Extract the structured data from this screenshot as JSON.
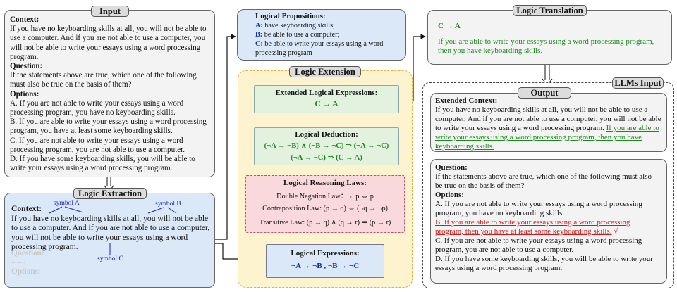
{
  "input": {
    "tag": "Input",
    "context_label": "Context:",
    "context_text": "If you have no keyboarding skills at all, you will not be able to use a computer. And if you are not able to use a computer, you will not be able to write your essays using a word processing program.",
    "question_label": "Question:",
    "question_text": "If the statements above are true, which one of the following must also be true on the basis of them?",
    "options_label": "Options:",
    "options": [
      "A. If you are not able to write your essays using a word processing program, you have no keyboarding skills.",
      "B. If you are able to write your essays using a word processing program, you have at least some keyboarding skills.",
      "C. If you are not able to write your essays using a word processing program, you are not able to use a computer.",
      "D. If you have some keyboarding skills, you will be able to write your essays using a word processing program."
    ]
  },
  "extraction": {
    "tag": "Logic Extraction",
    "context_label": "Context:",
    "symbol_a": "symbol A",
    "symbol_b": "symbol B",
    "symbol_c": "symbol C",
    "s1": "If you ",
    "s2": "have",
    "s3": " no ",
    "s4": "keyboarding skills",
    "s5": " at all, you will not ",
    "s6": "be able to use a computer",
    "s7": ". And if you ",
    "s8": "are",
    "s9": " not ",
    "s10": "able to use a computer",
    "s11": ", you will not ",
    "s12": "be able to write your essays using a word processing program",
    "s13": ".",
    "question_label": "Question:",
    "question_placeholder": "........",
    "options_label": "Options:",
    "options_placeholder": "........"
  },
  "propositions": {
    "title": "Logical Propositions:",
    "a_label": "A:",
    "a_text": "have keyboarding skills;",
    "b_label": "B:",
    "b_text": "be able to use a computer;",
    "c_label": "C:",
    "c_text": "be able to write your essays using a word processing program"
  },
  "extension": {
    "tag": "Logic Extension",
    "extended_title": "Extended Logical Expressions:",
    "extended_expr": "C → A",
    "deduction_title": "Logical Deduction:",
    "deduction_1": "(¬A → ¬B) ∧ (¬B → ¬C) ⇒ (¬A → ¬C)",
    "deduction_2a": "(¬A → ¬C) ⇒ ",
    "deduction_2b": "(C → A)",
    "laws_title": "Logical Reasoning Laws:",
    "law_1": "Double Negation Law：¬¬p ⇔ p",
    "law_2": "Contraposition Law: (p → q) ⇔ (¬q → ¬p)",
    "law_3": "Transitive Law: (p → q) ∧ (q → r) ⇒ (p → r)",
    "expr_title": "Logical Expressions:",
    "expr": "¬A → ¬B , ¬B → ¬C"
  },
  "translation": {
    "tag": "Logic Translation",
    "expr": "C → A",
    "text": "If you are able to write your essays using a word processing program, then you have keyboarding skills."
  },
  "llm": {
    "label": "LLMs Input",
    "output_tag": "Output",
    "extended_label": "Extended Context:",
    "extended_text": "If you have no keyboarding skills at all, you will not be able to use a computer. And if you are not able to use a computer, you will not be able to write your essays using a word processing program. ",
    "extended_green": "If you are able to write your essays using a word processing program, then you have keyboarding skills.",
    "question_label": "Question:",
    "question_text": "If the statements above are true, which one of the following must also be true on the basis of them?",
    "options_label": "Options:",
    "option_a": "A. If you are not able to write your essays using a word processing program, you have no keyboarding skills.",
    "option_b": "B. If you are able to write your essays using a word processing program, then you have at least some keyboarding skills.",
    "checkmark": "√",
    "option_c": "C. If you are not able to write your essays using a word processing program, you are not able to use a computer.",
    "option_d": "D. If you have some keyboarding skills, you will be able to write your essays using a word processing program."
  },
  "colors": {
    "input_bg": "#f3f3f3",
    "extraction_bg": "#dbe8f8",
    "extension_bg": "#fdf3cf",
    "extension_border": "#e2b23a",
    "node_green": "#e3f2df",
    "node_pink": "#f9d9dc",
    "node_blue": "#dbe8f8",
    "accent_green": "#1a8a1a",
    "accent_blue": "#0b2fb8",
    "accent_red": "#d11a1a"
  }
}
